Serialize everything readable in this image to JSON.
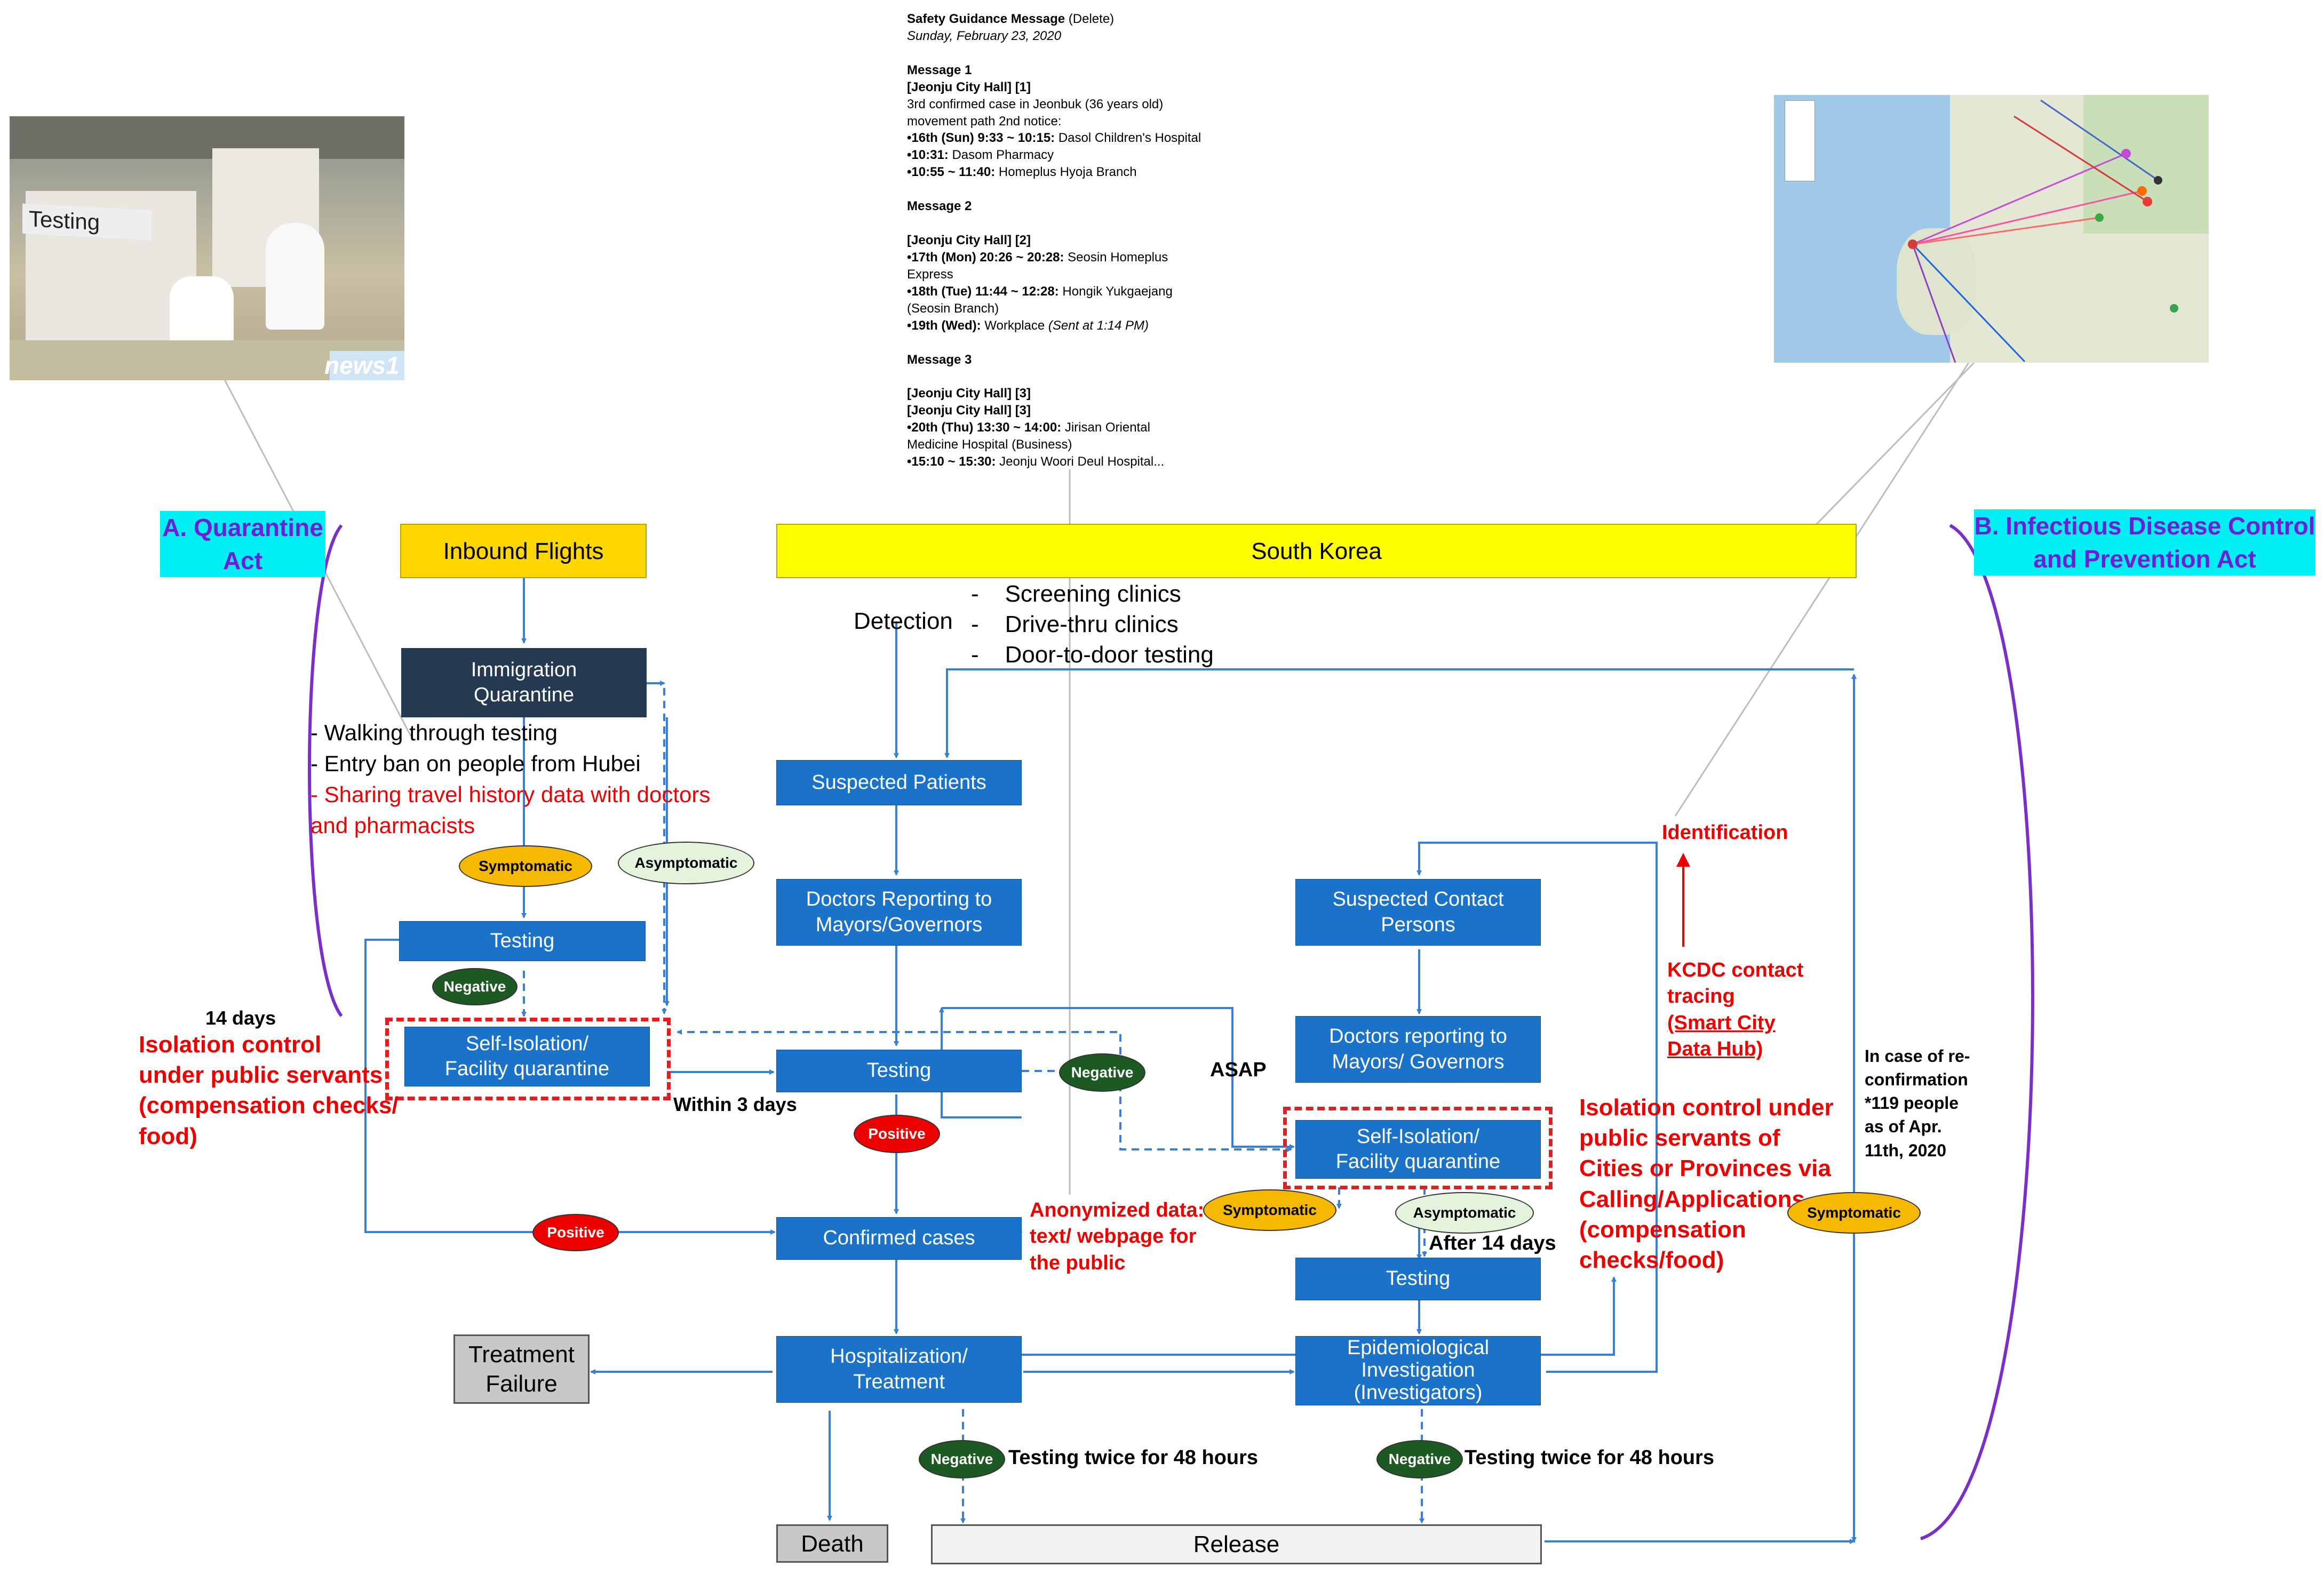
{
  "photo": {
    "caption": "Testing",
    "watermark": "news1"
  },
  "message_panel": {
    "title": "Safety Guidance Message",
    "title_suffix": " (Delete)",
    "date": "Sunday, February 23, 2020",
    "m1_title": "Message 1",
    "m1_source": "[Jeonju City Hall] [1]",
    "m1_intro1": "3rd confirmed case in Jeonbuk (36 years old)",
    "m1_intro2": "movement path 2nd notice:",
    "m1_l1_b": "•16th (Sun) 9:33 ~ 10:15:",
    "m1_l1": " Dasol Children's Hospital",
    "m1_l2_b": "•10:31:",
    "m1_l2": " Dasom Pharmacy",
    "m1_l3_b": "•10:55 ~ 11:40:",
    "m1_l3": " Homeplus Hyoja Branch",
    "m2_title": "Message 2",
    "m2_source": "[Jeonju City Hall] [2]",
    "m2_l1_b": "•17th (Mon) 20:26 ~ 20:28:",
    "m2_l1": " Seosin Homeplus",
    "m2_l1b": "Express",
    "m2_l2_b": "•18th (Tue) 11:44 ~ 12:28:",
    "m2_l2": " Hongik Yukgaejang",
    "m2_l2b": "(Seosin Branch)",
    "m2_l3_b": "•19th (Wed):",
    "m2_l3": " Workplace ",
    "m2_l3_i": "(Sent at 1:14 PM)",
    "m3_title": "Message 3",
    "m3_source1": "[Jeonju City Hall] [3]",
    "m3_source2": "[Jeonju City Hall] [3]",
    "m3_l1_b": "•20th (Thu) 13:30 ~ 14:00:",
    "m3_l1": " Jirisan Oriental",
    "m3_l1b": "Medicine Hospital (Business)",
    "m3_l2_b": "•15:10 ~ 15:30:",
    "m3_l2": " Jeonju Woori Deul Hospital..."
  },
  "acts": {
    "left": [
      "A. Quarantine",
      "Act"
    ],
    "right": [
      "B. Infectious Disease Control",
      "and Prevention Act"
    ]
  },
  "boxes": {
    "inbound_flights": "Inbound Flights",
    "south_korea": "South Korea",
    "immigration": [
      "Immigration",
      "Quarantine"
    ],
    "testing_left": "Testing",
    "self_isolation_left": [
      "Self-Isolation/",
      "Facility quarantine"
    ],
    "suspected_patients": "Suspected Patients",
    "doctors_reporting_left": [
      "Doctors Reporting to",
      "Mayors/Governors"
    ],
    "testing_center": "Testing",
    "confirmed_cases": "Confirmed cases",
    "hospitalization": [
      "Hospitalization/",
      "Treatment"
    ],
    "treatment_failure": [
      "Treatment",
      "Failure"
    ],
    "death": "Death",
    "release": "Release",
    "suspected_contacts": [
      "Suspected Contact",
      "Persons"
    ],
    "doctors_reporting_right": [
      "Doctors reporting to",
      "Mayors/ Governors"
    ],
    "self_isolation_right": [
      "Self-Isolation/",
      "Facility quarantine"
    ],
    "testing_right": "Testing",
    "epidemiological": [
      "Epidemiological",
      "Investigation",
      "(Investigators)"
    ]
  },
  "ovals": {
    "symptomatic_left": "Symptomatic",
    "asymptomatic_left": "Asymptomatic",
    "negative_left": "Negative",
    "positive_left": "Positive",
    "negative_center": "Negative",
    "positive_center": "Positive",
    "symptomatic_mid": "Symptomatic",
    "asymptomatic_mid": "Asymptomatic",
    "symptomatic_right": "Symptomatic",
    "negative_bottom_center": "Negative",
    "negative_bottom_right": "Negative"
  },
  "labels": {
    "detection": "Detection",
    "detection_methods": [
      "Screening clinics",
      "Drive-thru clinics",
      "Door-to-door testing"
    ],
    "immigration_notes": [
      "- Walking through testing",
      "- Entry ban on people from Hubei"
    ],
    "immigration_note_red": [
      "- Sharing travel history data with doctors",
      "and pharmacists"
    ],
    "fourteen_days": "14 days",
    "isolation_left": [
      "Isolation control",
      "under public servants",
      "(compensation checks/",
      "food)"
    ],
    "within_3_days": "Within 3 days",
    "asap": "ASAP",
    "anonymized": [
      "Anonymized data:",
      "text/ webpage for",
      "the public"
    ],
    "after_14_days": "After 14 days",
    "isolation_right": [
      "Isolation control under",
      "public servants of",
      "Cities or Provinces via",
      "Calling/Applications",
      "(compensation",
      "checks/food)"
    ],
    "identification": "Identification",
    "kcdc": [
      "KCDC contact",
      "tracing"
    ],
    "kcdc_link": [
      "(Smart City",
      "Data Hub)"
    ],
    "reconfirmation": [
      "In case of re-",
      "confirmation",
      "*119 people",
      "as of  Apr.",
      "11th, 2020"
    ],
    "testing_twice_center": "Testing twice for 48 hours",
    "testing_twice_right": "Testing twice for 48 hours"
  },
  "colors": {
    "box_blue": "#1a73c8",
    "arrow_blue": "#3a7fd0",
    "red": "#ee0000",
    "purple": "#7a2fc8",
    "cyan": "#00f0f6"
  }
}
